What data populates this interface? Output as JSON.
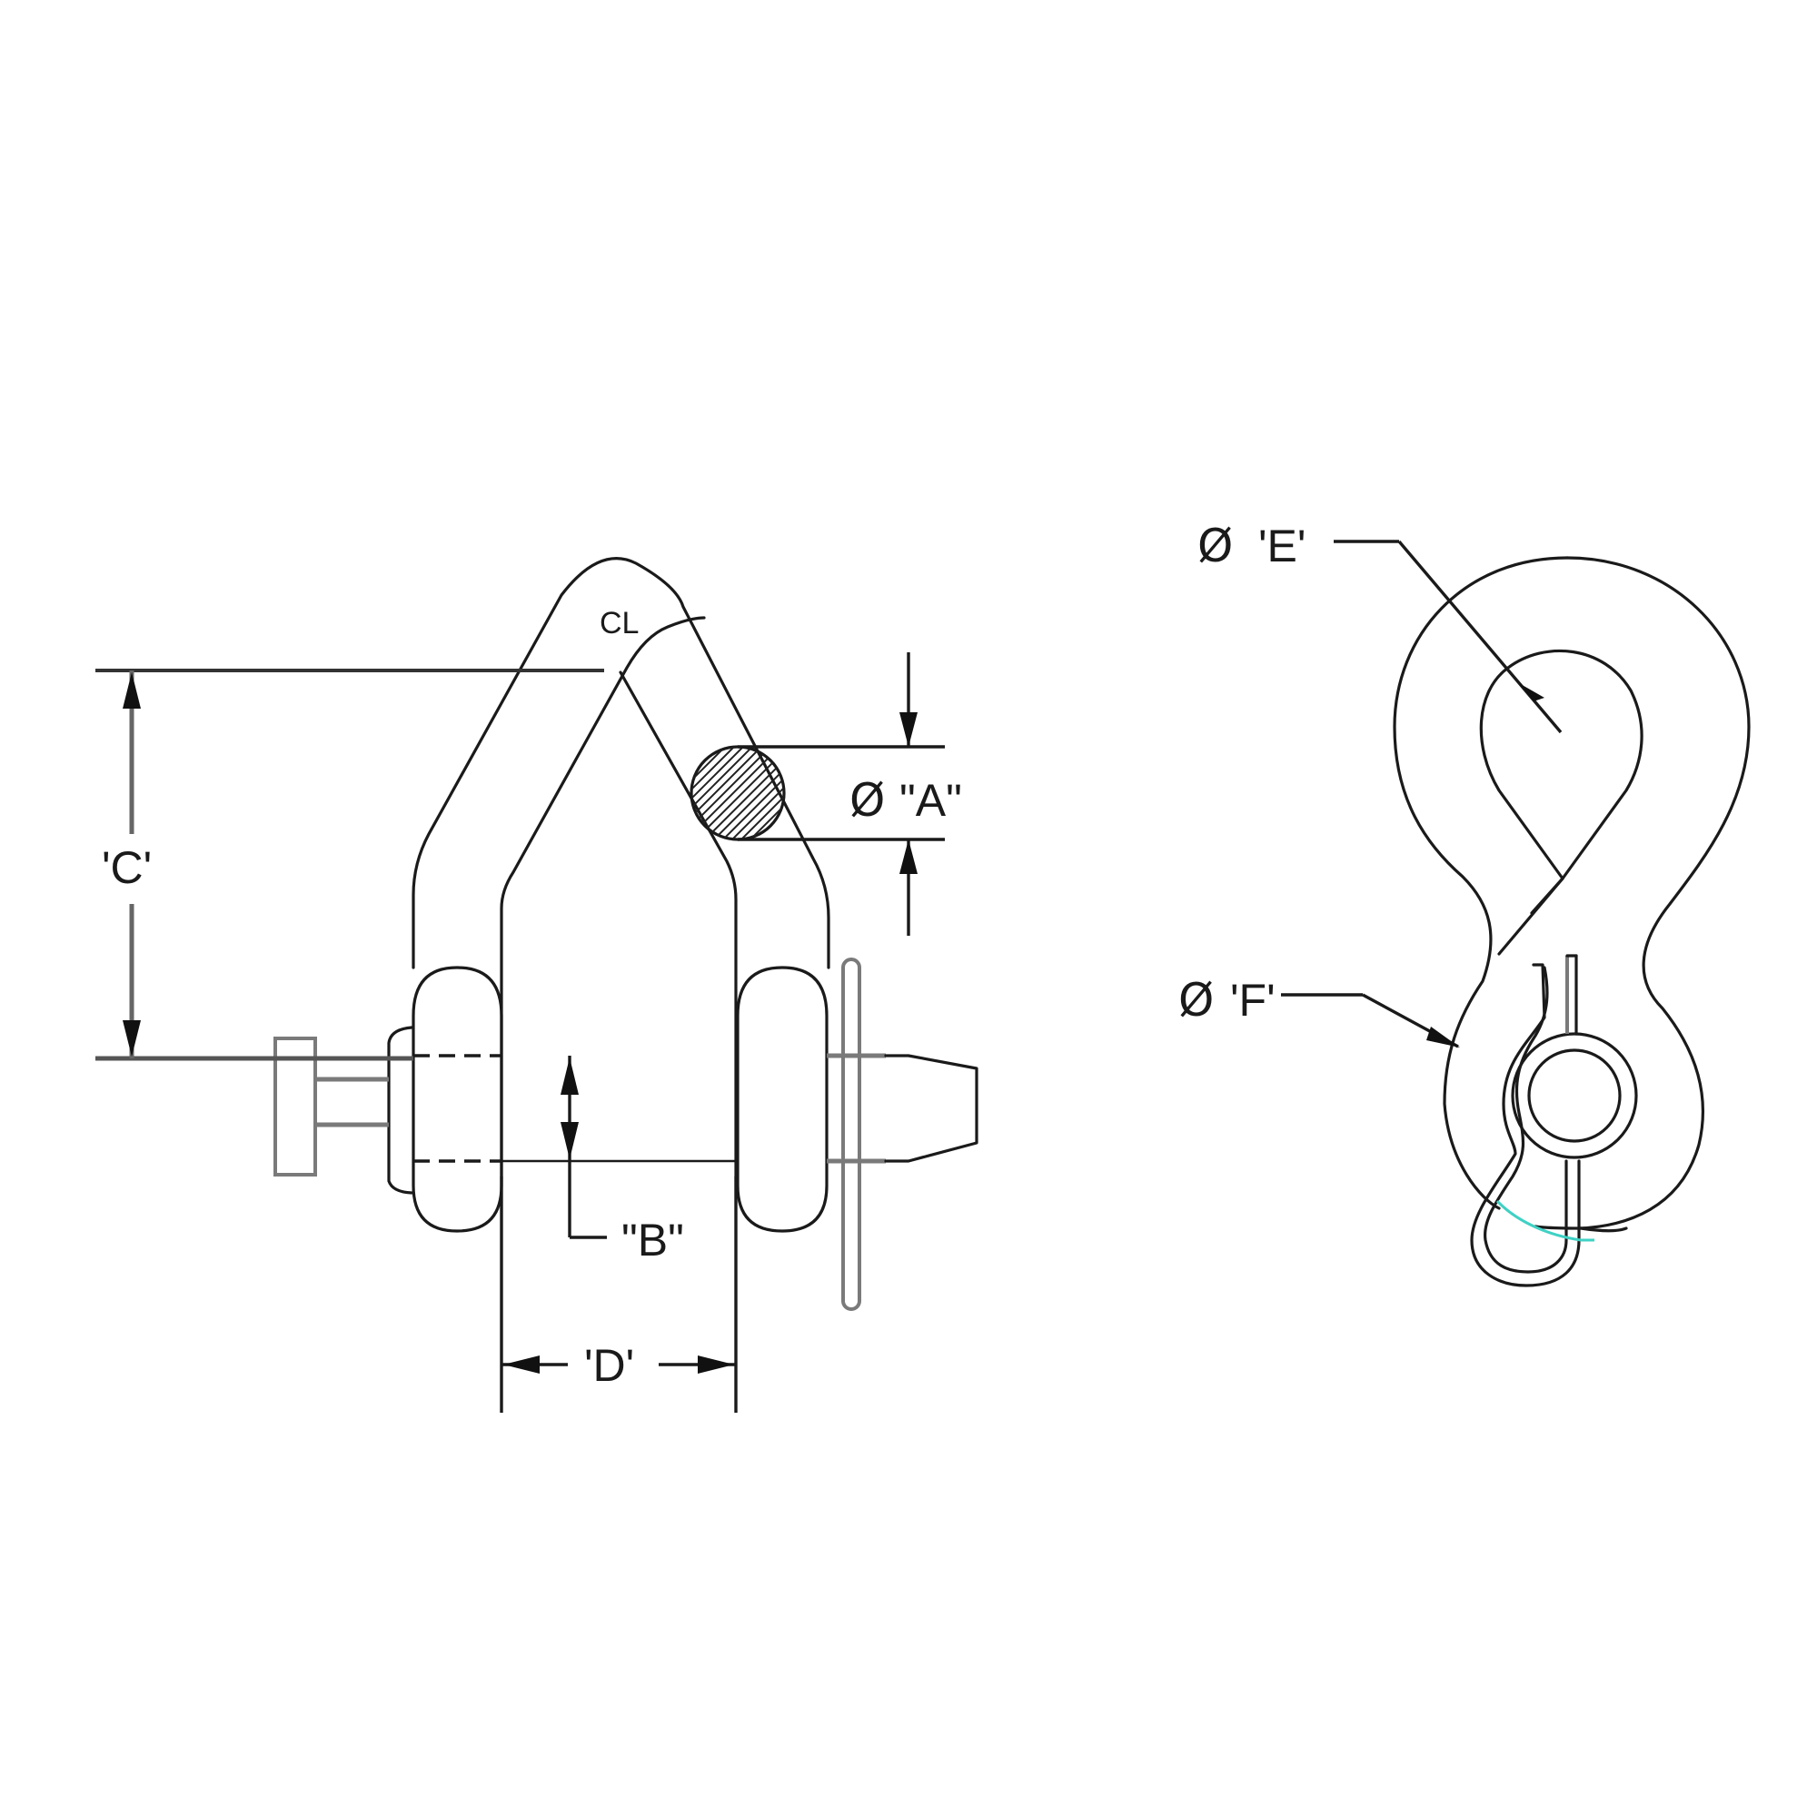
{
  "drawing": {
    "title": "Shackle dimension diagram",
    "views": [
      {
        "name": "front-view",
        "component": "shackle body with pin"
      },
      {
        "name": "side-view",
        "component": "shackle eye with cotter clip"
      }
    ]
  },
  "labels": {
    "centerline": "CL",
    "dim_a": {
      "symbol": "Ø",
      "text": "\"A\""
    },
    "dim_b": {
      "text": "\"B\""
    },
    "dim_c": {
      "text": "'C'"
    },
    "dim_d": {
      "text": "'D'"
    },
    "dim_e": {
      "symbol": "Ø",
      "text": "'E'"
    },
    "dim_f": {
      "symbol": "Ø",
      "text": "'F'"
    }
  },
  "colors": {
    "line": "#1a1a1a",
    "extension_line": "#7a7a7a",
    "accent": "#3fd1c4",
    "background": "#ffffff"
  }
}
